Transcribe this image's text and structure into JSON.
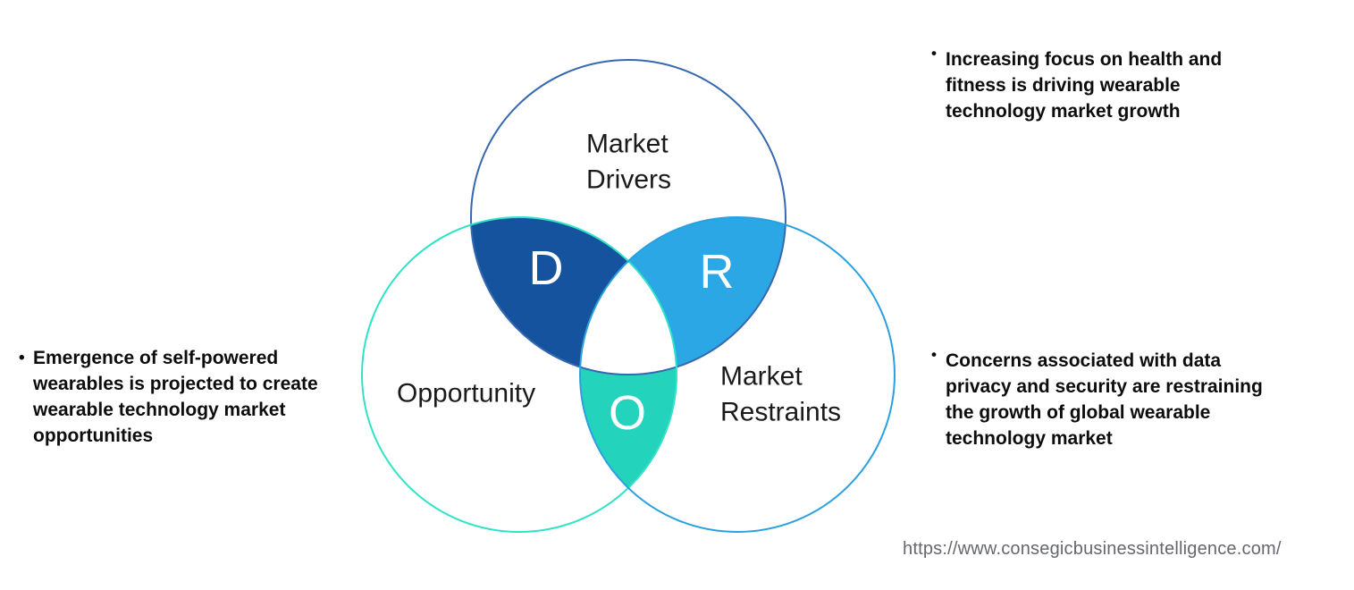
{
  "venn": {
    "label_color": "#1a1a1a",
    "letter_color": "#ffffff",
    "circles": [
      {
        "name": "market-drivers",
        "label_lines": [
          "Market",
          "Drivers"
        ],
        "outline_color": "#3568b0"
      },
      {
        "name": "opportunity",
        "label_lines": [
          "Opportunity"
        ],
        "outline_color": "#2ee3c6"
      },
      {
        "name": "market-restraints",
        "label_lines": [
          "Market",
          "Restraints"
        ],
        "outline_color": "#2aa0e0"
      }
    ],
    "intersections": [
      {
        "letter": "D",
        "fill_color": "#15539e"
      },
      {
        "letter": "R",
        "fill_color": "#2ba7e6"
      },
      {
        "letter": "O",
        "fill_color": "#24d3bc"
      }
    ]
  },
  "notes": {
    "left": {
      "bullet": "•",
      "lines": [
        "Emergence of self-powered",
        "wearables is projected to create",
        "wearable technology market",
        "opportunities"
      ]
    },
    "top_right": {
      "bullet": "•",
      "lines": [
        "Increasing focus on health and",
        "fitness is driving wearable",
        "technology market growth"
      ]
    },
    "bottom_right": {
      "bullet": "•",
      "lines": [
        "Concerns associated with data",
        "privacy and security are restraining",
        "the growth of global wearable",
        "technology market"
      ]
    }
  },
  "footer": {
    "url": "https://www.consegicbusinessintelligence.com/"
  }
}
